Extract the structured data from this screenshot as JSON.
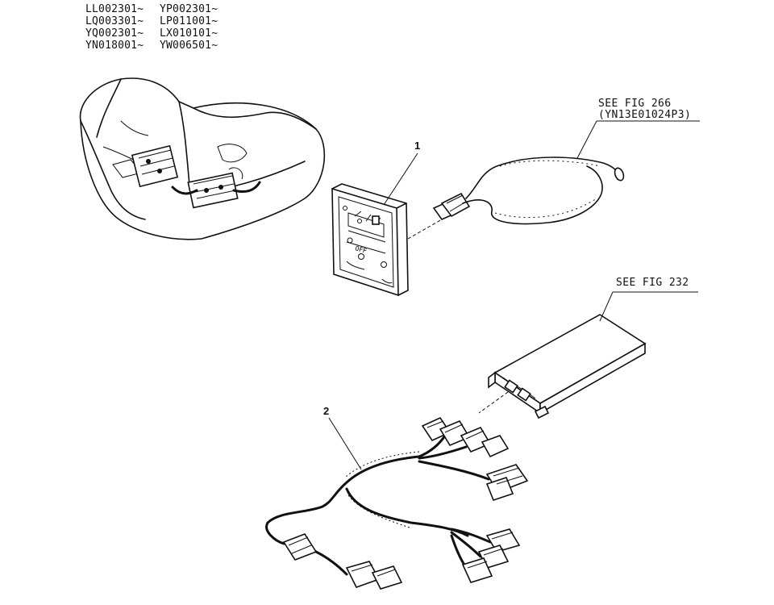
{
  "serial_ranges": [
    [
      "LL002301~",
      "YP002301~"
    ],
    [
      "LQ003301~",
      "LP011001~"
    ],
    [
      "YQ002301~",
      "LX010101~"
    ],
    [
      "YN018001~",
      "YW006501~"
    ]
  ],
  "references": {
    "fig266_line1": "SEE FIG 266",
    "fig266_line2": "(YN13E01024P3)",
    "fig232": "SEE FIG 232"
  },
  "callouts": {
    "part1": "1",
    "part2": "2"
  },
  "panel_labels": {
    "off_switch": "OFF"
  }
}
